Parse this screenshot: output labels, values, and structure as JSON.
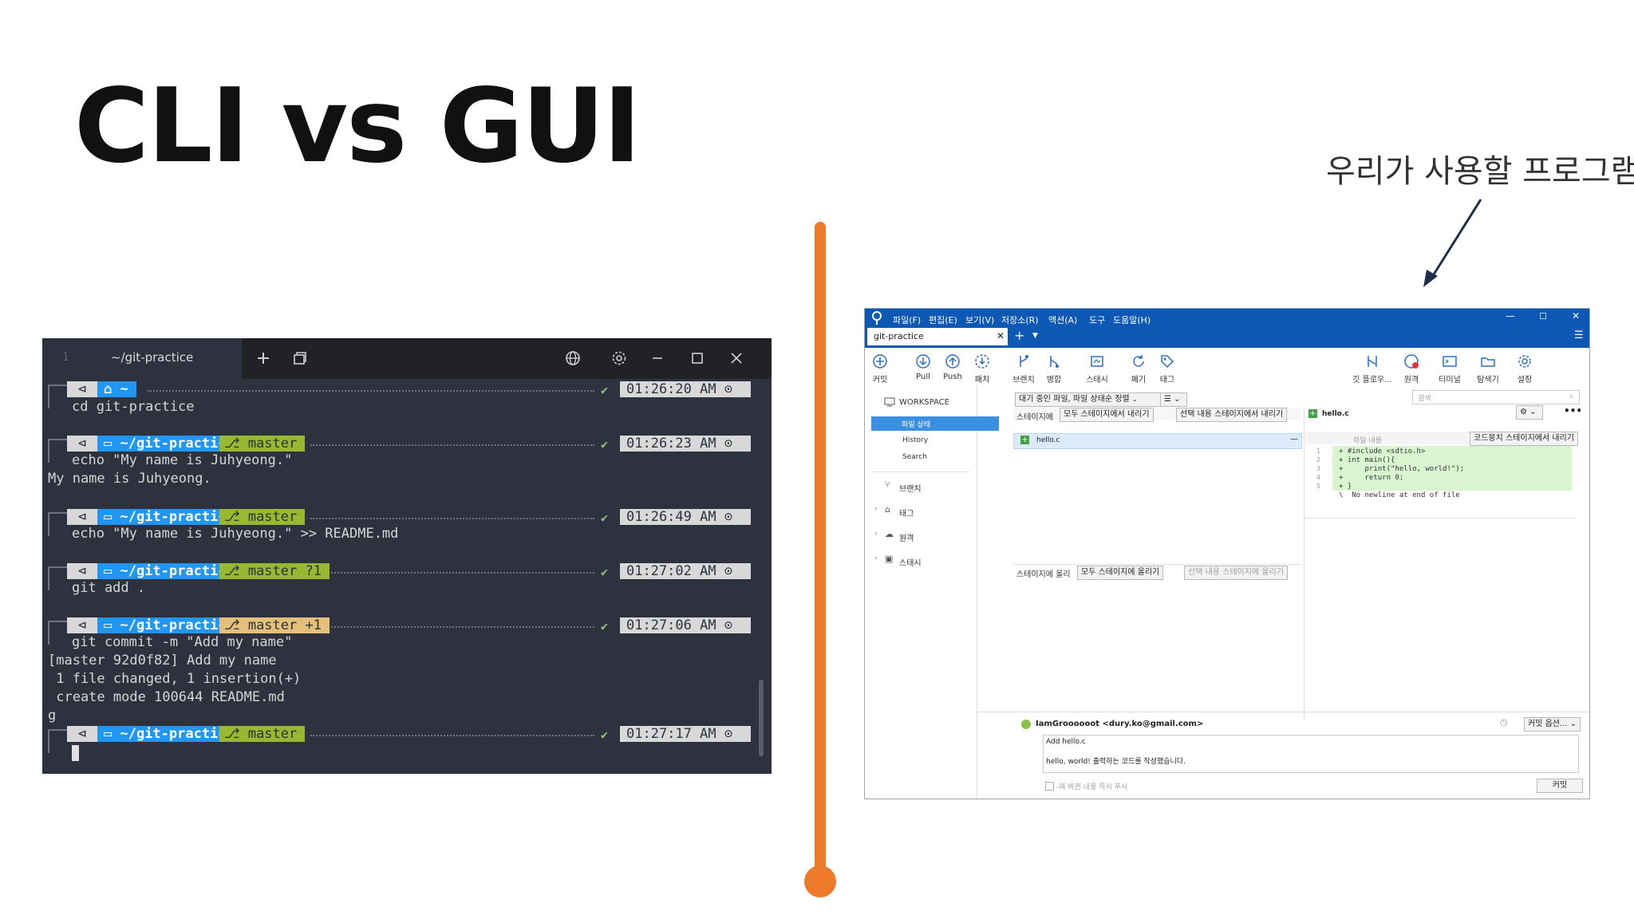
{
  "slide": {
    "title": "CLI vs GUI",
    "annotation": "우리가 사용할 프로그램",
    "accent": "#ee7a2c"
  },
  "terminal": {
    "tab_number": "1",
    "tab_title": "~/git-practice",
    "icons": [
      "plus-icon",
      "window-icon",
      "globe-icon",
      "gear-icon",
      "minimize-icon",
      "maximize-icon",
      "close-icon"
    ],
    "blocks": [
      {
        "dir": "~",
        "branch": "",
        "status": "",
        "time": "01:26:20 AM",
        "command": "cd git-practice",
        "output": []
      },
      {
        "dir": "~/git-practice",
        "branch": "master",
        "status": "",
        "time": "01:26:23 AM",
        "command": "echo \"My name is Juhyeong.\"",
        "output": [
          "My name is Juhyeong."
        ]
      },
      {
        "dir": "~/git-practice",
        "branch": "master",
        "status": "",
        "time": "01:26:49 AM",
        "command": "echo \"My name is Juhyeong.\" >> README.md",
        "output": []
      },
      {
        "dir": "~/git-practice",
        "branch": "master ?1",
        "status": "",
        "time": "01:27:02 AM",
        "command": "git add .",
        "output": []
      },
      {
        "dir": "~/git-practice",
        "branch": "master +1",
        "status": "warn",
        "time": "01:27:06 AM",
        "command": "git commit -m \"Add my name\"",
        "output": [
          "[master 92d0f82] Add my name",
          " 1 file changed, 1 insertion(+)",
          " create mode 100644 README.md",
          "g"
        ]
      },
      {
        "dir": "~/git-practice",
        "branch": "master",
        "status": "",
        "time": "01:27:17 AM",
        "command": "",
        "output": []
      }
    ],
    "colors": {
      "bg": "#2d323e",
      "dir": "#2196f3",
      "git_ok": "#98b832",
      "git_warn": "#e5c07b"
    }
  },
  "sourcetree": {
    "menu": [
      "파일(F)",
      "편집(E)",
      "보기(V)",
      "저장소(R)",
      "액션(A)",
      "도구",
      "도움말(H)"
    ],
    "tab": "git-practice",
    "toolbar_left": [
      "커밋",
      "Pull",
      "Push",
      "패치",
      "브랜치",
      "병합",
      "스태시",
      "폐기",
      "태그"
    ],
    "toolbar_right": [
      "깃 플로우...",
      "원격",
      "터미널",
      "탐색기",
      "설정"
    ],
    "search_placeholder": "검색",
    "sidebar": {
      "workspace": "WORKSPACE",
      "items": [
        "파일 상태",
        "History",
        "Search"
      ],
      "sections": [
        "브랜치",
        "태그",
        "원격",
        "스태시"
      ]
    },
    "filter": "대기 중인 파일, 파일 상태순 정렬",
    "staged_header": "스테이지에",
    "unstage_all": "모두 스테이지에서 내리기",
    "unstage_selected": "선택 내용 스테이지에서 내리기",
    "staged_files": [
      "hello.c"
    ],
    "unstaged_header": "스테이지에 올리",
    "stage_all": "모두 스테이지에 올리기",
    "stage_selected": "선택 내용 스테이지에 올리기",
    "diff": {
      "file": "hello.c",
      "header": "파일 내용",
      "hunk_button": "코드뭉치 스테이지에서 내리기",
      "line_numbers": [
        "1",
        "2",
        "3",
        "4",
        "5"
      ],
      "lines": [
        "+ #include <sdtio.h>",
        "+ int main(){",
        "+     print(\"hello, world!\");",
        "+     return 0;",
        "+ }",
        "\\  No newline at end of file"
      ]
    },
    "commit": {
      "author": "IamGroooooot <dury.ko@gmail.com>",
      "message_line1": "Add hello.c",
      "message_line2": "hello, world! 출력하는 코드를 작성했습니다.",
      "options": "커밋 옵션...",
      "push_checkbox": "-에 바뀐 내용 즉시 푸시",
      "commit_button": "커밋"
    },
    "colors": {
      "titlebar": "#0d57b5",
      "selection": "#3b8ee0",
      "added": "#d8f5d0"
    }
  }
}
